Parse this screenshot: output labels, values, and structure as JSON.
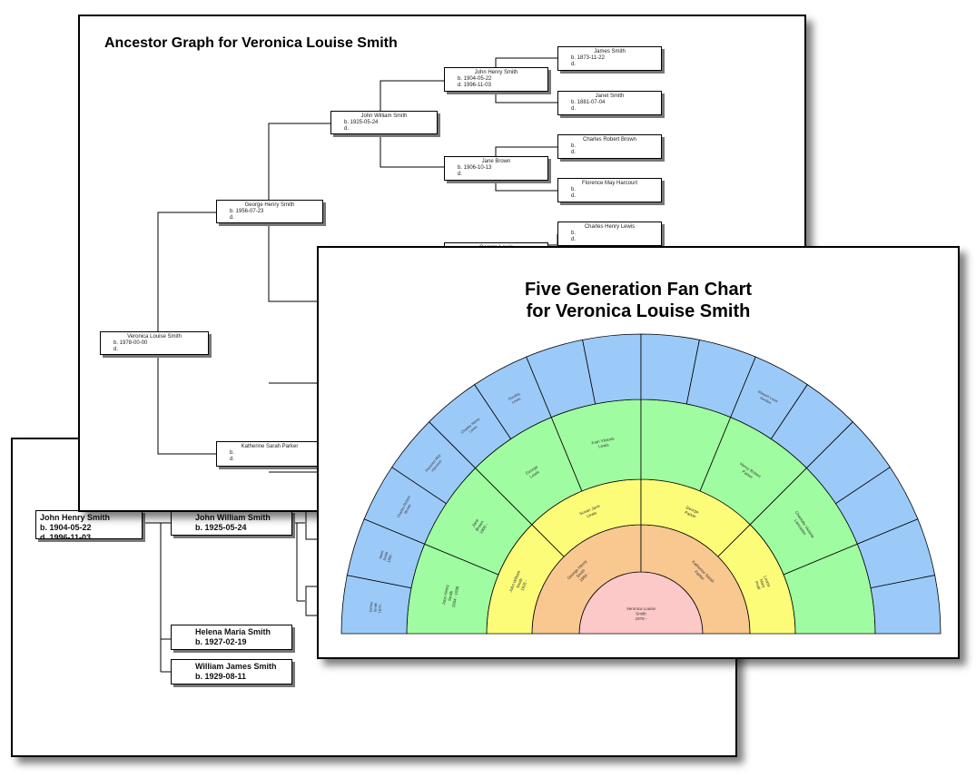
{
  "ancestor_graph": {
    "title": "Ancestor Graph for Veronica Louise Smith",
    "people": [
      {
        "id": "root",
        "name": "Veronica Louise Smith",
        "lines": [
          "b. 1978-00-00",
          "d."
        ]
      },
      {
        "id": "f",
        "name": "George Henry Smith",
        "lines": [
          "b. 1956-07-23",
          "d."
        ]
      },
      {
        "id": "m",
        "name": "Katherine Sarah Parker",
        "lines": [
          "b.",
          "d."
        ]
      },
      {
        "id": "ff",
        "name": "John William Smith",
        "lines": [
          "b. 1925-05-24",
          "d."
        ]
      },
      {
        "id": "fff",
        "name": "John Henry Smith",
        "lines": [
          "b. 1904-05-22",
          "d. 1996-11-03"
        ]
      },
      {
        "id": "ffm",
        "name": "Jane Brown",
        "lines": [
          "b. 1906-10-13",
          "d."
        ]
      },
      {
        "id": "ffff",
        "name": "James Smith",
        "lines": [
          "b. 1873-11-22",
          "d."
        ]
      },
      {
        "id": "fffm",
        "name": "Janet Smith",
        "lines": [
          "b. 1881-07-04",
          "d."
        ]
      },
      {
        "id": "ffmf",
        "name": "Charles Robert Brown",
        "lines": [
          "b.",
          "d."
        ]
      },
      {
        "id": "ffmm",
        "name": "Florence May Harcourt",
        "lines": [
          "b.",
          "d."
        ]
      },
      {
        "id": "fmff",
        "name": "Charles Henry Lewis",
        "lines": [
          "b.",
          "d."
        ]
      },
      {
        "id": "fmf",
        "name": "George Lewis",
        "lines": []
      }
    ]
  },
  "descendant_chart": {
    "people": [
      {
        "id": "d1",
        "name": "John Henry Smith",
        "lines": [
          "b. 1904-05-22",
          "d. 1996-11-03"
        ]
      },
      {
        "id": "d2",
        "name": "John William Smith",
        "lines": [
          "b. 1925-05-24"
        ]
      },
      {
        "id": "d3",
        "name": "Helena Maria Smith",
        "lines": [
          "b. 1927-02-19"
        ]
      },
      {
        "id": "d4",
        "name": "William James Smith",
        "lines": [
          "b. 1929-08-11"
        ]
      }
    ]
  },
  "fan_chart": {
    "title_line1": "Five Generation Fan Chart",
    "title_line2": "for Veronica Louise Smith",
    "colors": {
      "gen1": "#fcc8c8",
      "gen2": "#f8c890",
      "gen3": "#fcfc78",
      "gen4": "#a0fca0",
      "gen5": "#9ccaf8",
      "stroke": "#000000"
    },
    "gen1": [
      "Veronica Louise\nSmith\n1978 -"
    ],
    "gen2": [
      "George Henry\nSmith\n1956 -",
      "Katherine Sarah\nParker"
    ],
    "gen3": [
      "John William\nSmith\n1925 -",
      "Susan Jane\nLewis",
      "George\nParker",
      "Louise\nMary\nPratt"
    ],
    "gen4": [
      "John Henry\nSmith\n1904 - 1996",
      "Jane\nBrown\n1906 -",
      "George\nLewis",
      "Joan Victoria\nLewis",
      "",
      "Henry Robert\nParker",
      "Charlotte Victoria\nLancaster",
      ""
    ],
    "gen5": [
      "James\nSmith\n1873 -",
      "Janet\nSmith\n1881 -",
      "Charles Robert\nBrown",
      "Florence May\nHarcourt",
      "Charles Henry\nLewis",
      "Dorothy\nLewis",
      "",
      "",
      "",
      "",
      "Stewart Louis\nGordon",
      "",
      "",
      "",
      "",
      ""
    ]
  }
}
